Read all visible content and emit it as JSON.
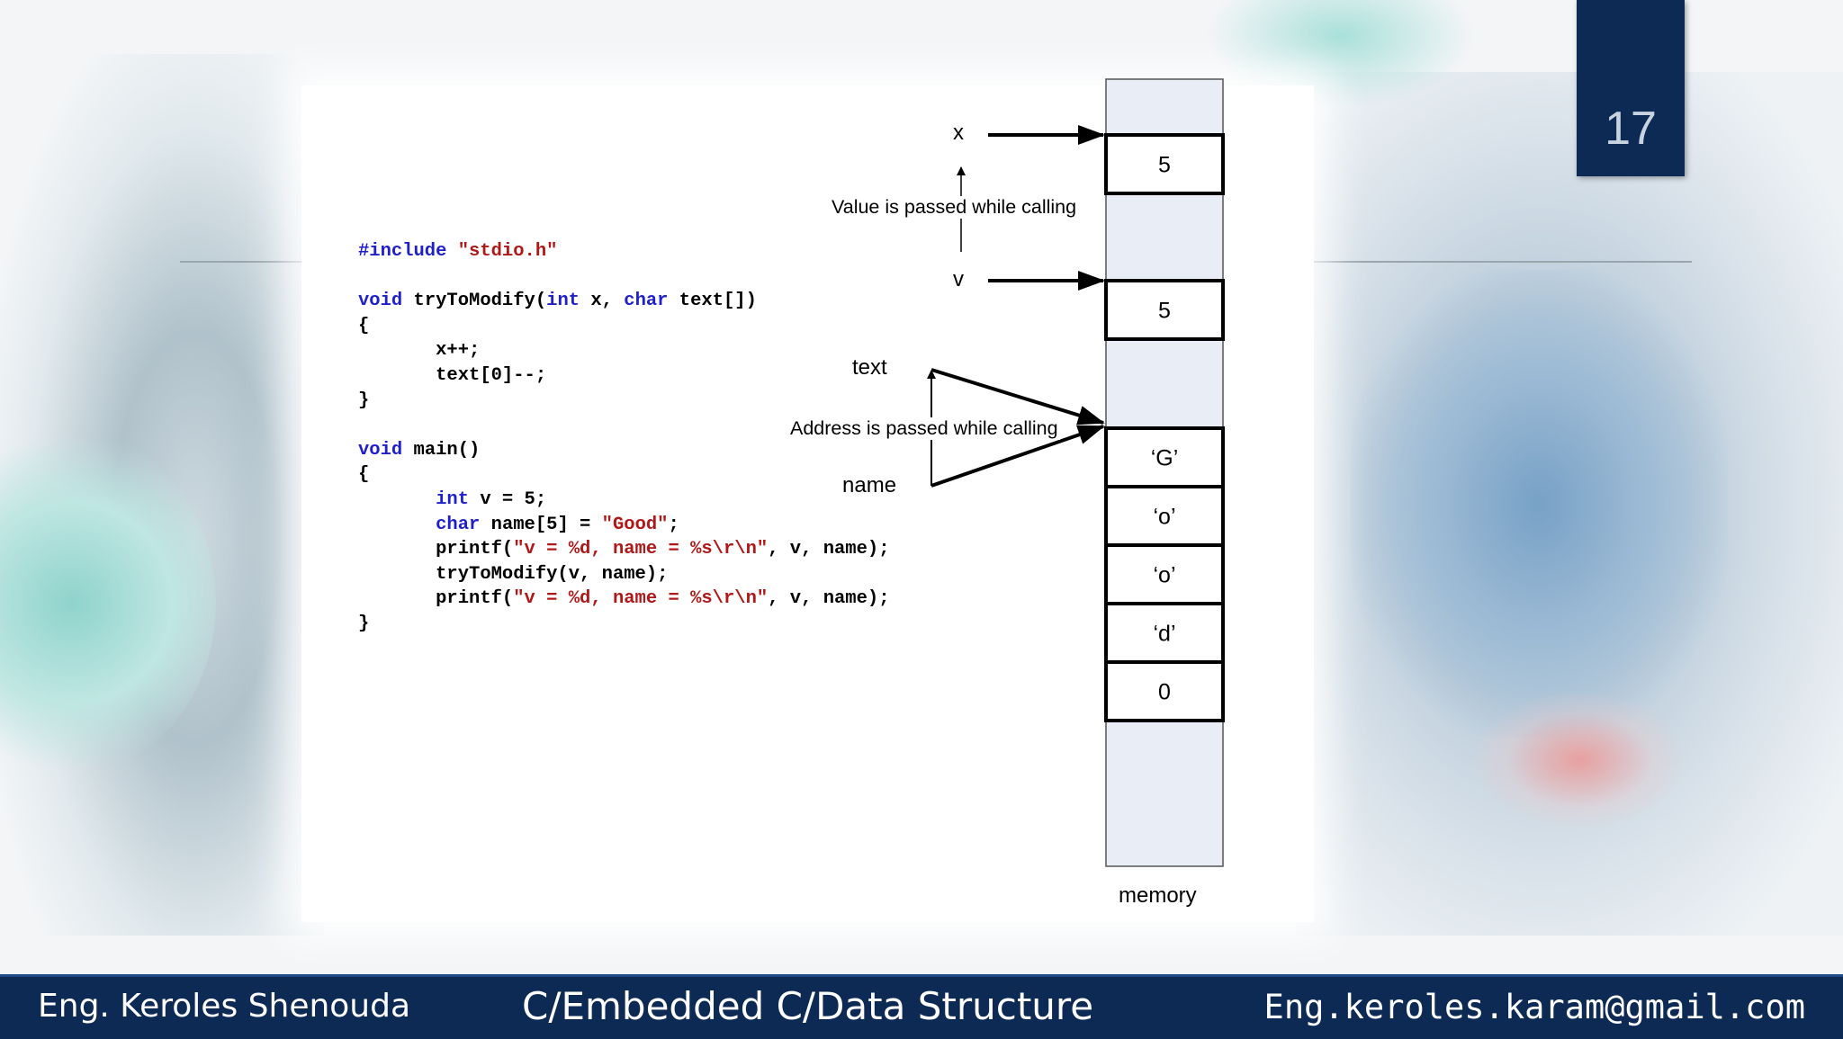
{
  "slide": {
    "number": "17"
  },
  "code_lines": [
    [
      {
        "t": "#include ",
        "c": "kw"
      },
      {
        "t": "\"stdio.h\"",
        "c": "str"
      }
    ],
    [],
    [
      {
        "t": "void",
        "c": "kw"
      },
      {
        "t": " tryToModify(",
        "c": ""
      },
      {
        "t": "int",
        "c": "kw"
      },
      {
        "t": " x, ",
        "c": ""
      },
      {
        "t": "char",
        "c": "kw"
      },
      {
        "t": " text[])",
        "c": ""
      }
    ],
    [
      {
        "t": "{",
        "c": ""
      }
    ],
    [
      {
        "t": "       x++;",
        "c": ""
      }
    ],
    [
      {
        "t": "       text[0]--;",
        "c": ""
      }
    ],
    [
      {
        "t": "}",
        "c": ""
      }
    ],
    [],
    [
      {
        "t": "void",
        "c": "kw"
      },
      {
        "t": " main()",
        "c": ""
      }
    ],
    [
      {
        "t": "{",
        "c": ""
      }
    ],
    [
      {
        "t": "       ",
        "c": ""
      },
      {
        "t": "int",
        "c": "kw"
      },
      {
        "t": " v = 5;",
        "c": ""
      }
    ],
    [
      {
        "t": "       ",
        "c": ""
      },
      {
        "t": "char",
        "c": "kw"
      },
      {
        "t": " name[5] = ",
        "c": ""
      },
      {
        "t": "\"Good\"",
        "c": "str"
      },
      {
        "t": ";",
        "c": ""
      }
    ],
    [
      {
        "t": "       printf(",
        "c": ""
      },
      {
        "t": "\"v = %d, name = %s\\r\\n\"",
        "c": "str"
      },
      {
        "t": ", v, name);",
        "c": ""
      }
    ],
    [
      {
        "t": "       tryToModify(v, name);",
        "c": ""
      }
    ],
    [
      {
        "t": "       printf(",
        "c": ""
      },
      {
        "t": "\"v = %d, name = %s\\r\\n\"",
        "c": "str"
      },
      {
        "t": ", v, name);",
        "c": ""
      }
    ],
    [
      {
        "t": "}",
        "c": ""
      }
    ]
  ],
  "diagram": {
    "label_x": "x",
    "label_v": "v",
    "label_text": "text",
    "label_name": "name",
    "value_note": "Value is passed while calling",
    "address_note": "Address is passed while calling",
    "memory_label": "memory",
    "cells": [
      "5",
      "5",
      "‘G’",
      "‘o’",
      "‘o’",
      "‘d’",
      "0"
    ]
  },
  "footer": {
    "author": "Eng. Keroles Shenouda",
    "course": "C/Embedded C/Data Structure",
    "email": "Eng.keroles.karam@gmail.com"
  }
}
